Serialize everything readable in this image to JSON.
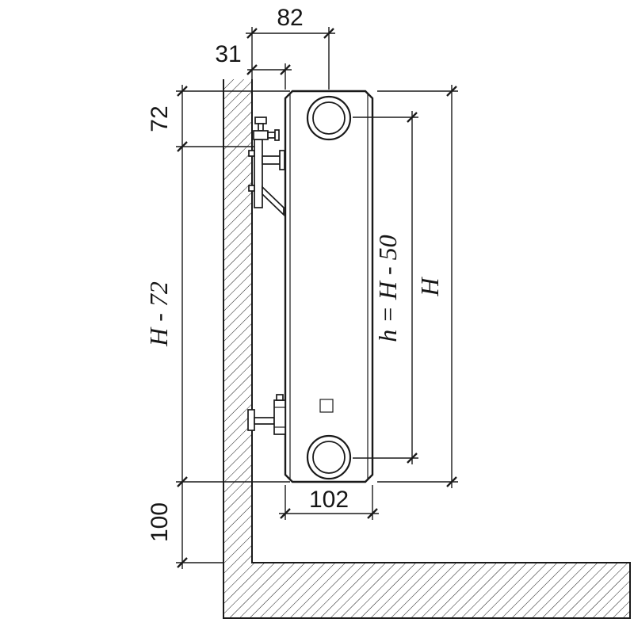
{
  "diagram": {
    "type": "technical-drawing",
    "subject": "Wall-mounted panel radiator, side section with mounting dimensions",
    "labels": {
      "wall_to_connection": "82",
      "wall_to_radiator_back": "31",
      "top_to_bracket": "72",
      "bracket_to_bottom": "H - 72",
      "floor_clearance": "100",
      "overall_height": "H",
      "connection_spacing": "h = H - 50",
      "radiator_depth": "102"
    },
    "colors": {
      "line": "#1a1a1a",
      "background": "#ffffff"
    }
  }
}
